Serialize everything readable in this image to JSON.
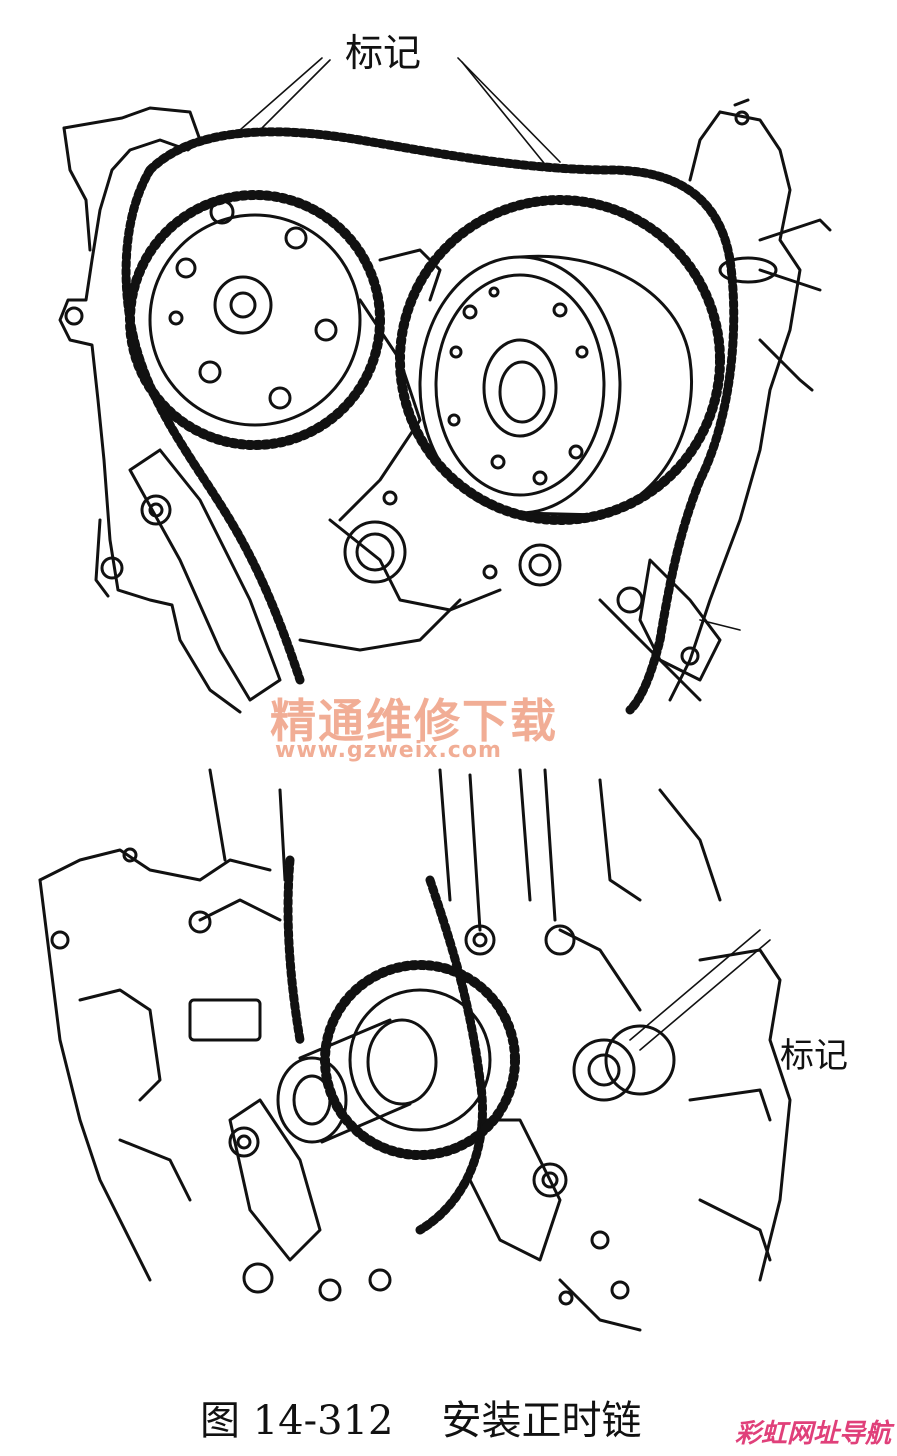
{
  "labels": {
    "mark_top": "标记",
    "mark_bottom": "标记"
  },
  "watermark": {
    "site_name": "精通维修下载",
    "url": "www.gzweix.com",
    "color": "#f0a58a"
  },
  "caption": {
    "figure_number": "图 14-312",
    "title": "安装正时链"
  },
  "corner_logo": {
    "text": "彩虹网址导航",
    "color": "#e0407a"
  },
  "colors": {
    "line": "#111111",
    "background": "#ffffff"
  }
}
